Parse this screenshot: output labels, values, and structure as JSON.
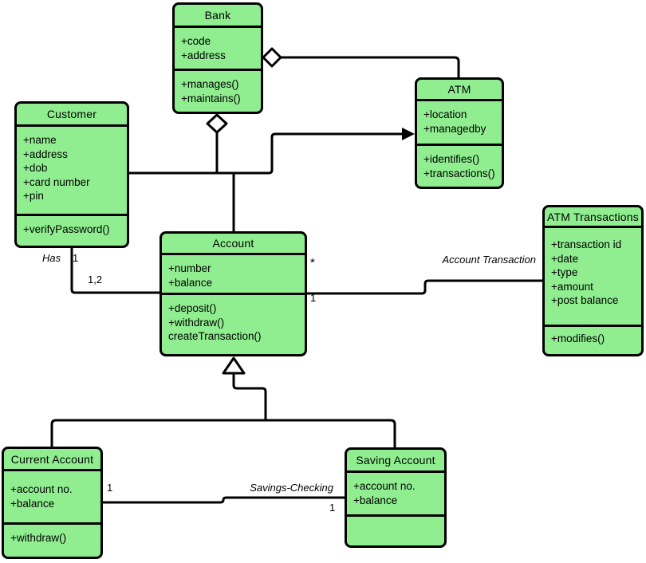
{
  "colors": {
    "class_fill": "#90EE90",
    "border": "#000000",
    "background": "#ffffff"
  },
  "classes": [
    {
      "name": "Bank",
      "attributes": [
        "+code",
        "+address"
      ],
      "methods": [
        "+manages()",
        "+maintains()"
      ]
    },
    {
      "name": "Customer",
      "attributes": [
        "+name",
        "+address",
        "+dob",
        "+card number",
        "+pin"
      ],
      "methods": [
        "+verifyPassword()"
      ]
    },
    {
      "name": "ATM",
      "attributes": [
        "+location",
        "+managedby"
      ],
      "methods": [
        "+identifies()",
        "+transactions()"
      ]
    },
    {
      "name": "Account",
      "attributes": [
        "+number",
        "+balance"
      ],
      "methods": [
        "+deposit()",
        "+withdraw()",
        "createTransaction()"
      ]
    },
    {
      "name": "ATM Transactions",
      "attributes": [
        "+transaction id",
        "+date",
        "+type",
        "+amount",
        "+post balance"
      ],
      "methods": [
        "+modifies()"
      ]
    },
    {
      "name": "Current Account",
      "attributes": [
        "+account no.",
        "+balance"
      ],
      "methods": [
        "+withdraw()"
      ]
    },
    {
      "name": "Saving Account",
      "attributes": [
        "+account no.",
        "+balance"
      ],
      "methods": []
    }
  ],
  "labels": {
    "has": "Has",
    "has_mult_customer": "1",
    "has_mult_account": "1,2",
    "account_mult_star": "*",
    "account_mult_one": "1",
    "account_transaction": "Account Transaction",
    "savings_checking": "Savings-Checking",
    "current_mult_one": "1",
    "saving_mult_one": "1"
  }
}
